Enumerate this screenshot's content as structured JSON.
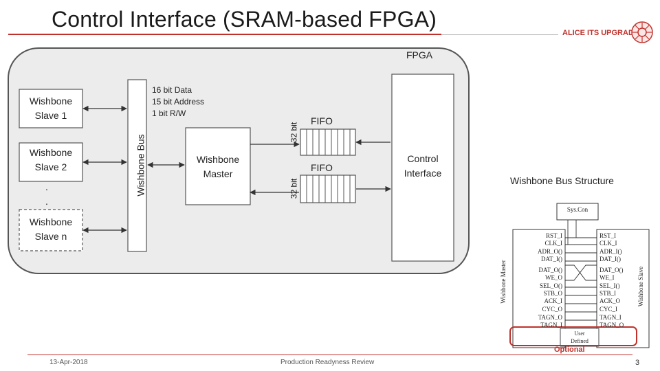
{
  "slide": {
    "title": "Control Interface (SRAM-based FPGA)",
    "brand": "ALICE ITS UPGRADE",
    "footer": {
      "date": "13-Apr-2018",
      "center": "Production Readyness Review",
      "page": "3"
    }
  },
  "diagram": {
    "fpga_label": "FPGA",
    "slaves": [
      {
        "line1": "Wishbone",
        "line2": "Slave 1"
      },
      {
        "line1": "Wishbone",
        "line2": "Slave 2"
      },
      {
        "line1": "Wishbone",
        "line2": "Slave n"
      }
    ],
    "dots": ".",
    "bus_label": "Wishbone Bus",
    "bus_info": {
      "line1": "16 bit Data",
      "line2": "15 bit Address",
      "line3": "1 bit R/W"
    },
    "master": {
      "line1": "Wishbone",
      "line2": "Master"
    },
    "fifos": [
      {
        "label": "FIFO",
        "width": "32 bit"
      },
      {
        "label": "FIFO",
        "width": "32 bit"
      }
    ],
    "control": {
      "line1": "Control",
      "line2": "Interface"
    },
    "colors": {
      "accent": "#c0312b",
      "fpga_fill": "#ececec",
      "box_stroke": "#555555"
    }
  },
  "structure_figure": {
    "caption": "Wishbone Bus Structure",
    "syscon": "Sys.Con",
    "master_side_label": "Wishbone Master",
    "slave_side_label": "Wishbone Slave",
    "left_signals": [
      "RST_I",
      "CLK_I",
      "ADR_O()",
      "DAT_I()",
      "DAT_O()",
      "WE_O",
      "SEL_O()",
      "STB_O",
      "ACK_I",
      "CYC_O",
      "TAGN_O",
      "TAGN_I"
    ],
    "right_signals": [
      "RST_I",
      "CLK_I",
      "ADR_I()",
      "DAT_I()",
      "DAT_O()",
      "WE_I",
      "SEL_I()",
      "STB_I",
      "ACK_O",
      "CYC_I",
      "TAGN_I",
      "TAGN_O"
    ],
    "user_defined": {
      "line1": "User",
      "line2": "Defined"
    },
    "optional_label": "Optional"
  }
}
